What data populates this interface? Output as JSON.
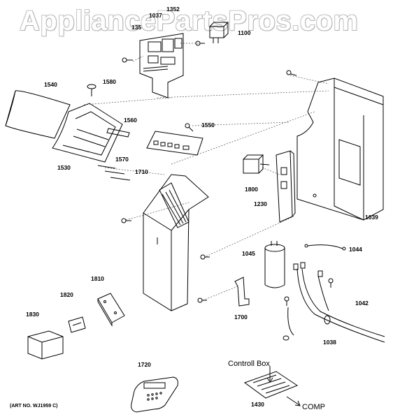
{
  "watermark": "AppliancePartsPros.com",
  "art_no": "(ART NO. WJ1959 C)",
  "annotations": {
    "control_box": "Controll Box",
    "comp": "COMP"
  },
  "labels": {
    "p1352": "1352",
    "p1037": "1037",
    "p1351": "135",
    "p1100": "1100",
    "p1540": "1540",
    "p1580": "1580",
    "p1560": "1560",
    "p1550": "1550",
    "p1530": "1530",
    "p1570": "1570",
    "p1710": "1710",
    "p1800": "1800",
    "p1230": "1230",
    "p1039": "1039",
    "p1045": "1045",
    "p1044": "1044",
    "p1810": "1810",
    "p1820": "1820",
    "p1830": "1830",
    "p1700": "1700",
    "p1042": "1042",
    "p1038": "1038",
    "p1720": "1720",
    "p1430": "1430"
  }
}
